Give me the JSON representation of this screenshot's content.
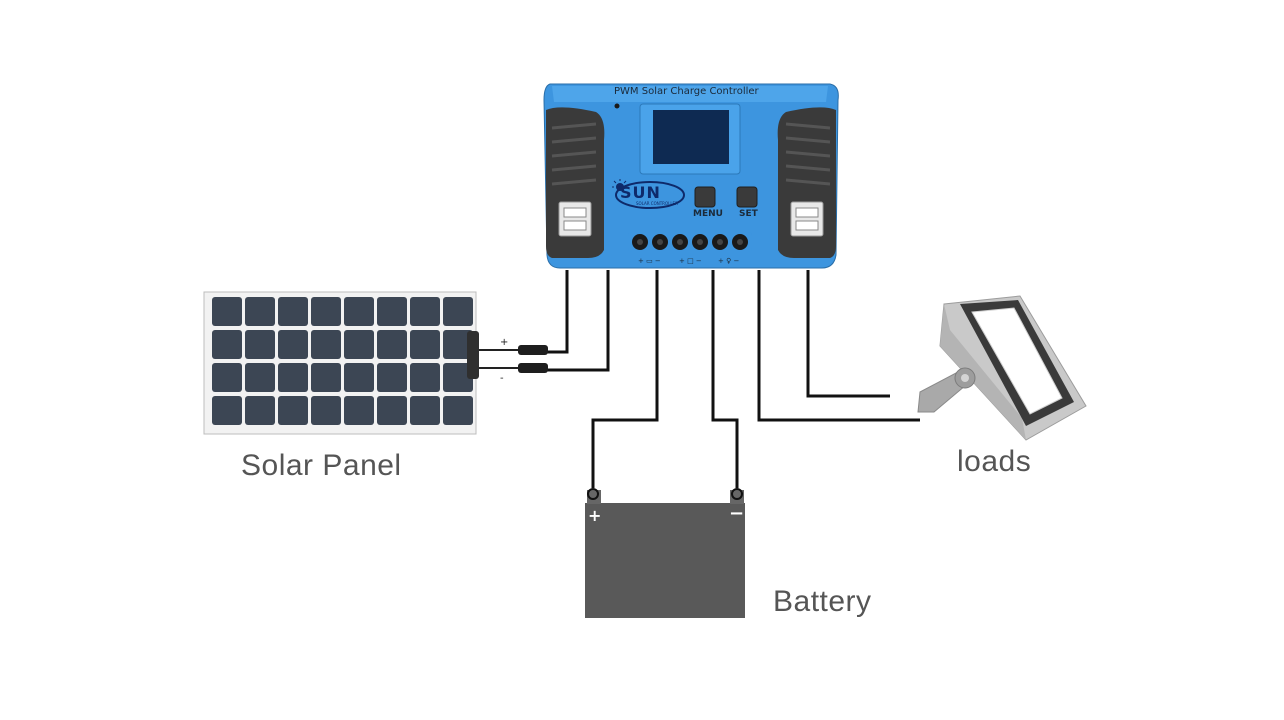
{
  "controller": {
    "title": "PWM  Solar Charge Controller",
    "brand": "SUN",
    "brand_sub": "SOLAR CONTROLLER",
    "menu_label": "MENU",
    "set_label": "SET"
  },
  "labels": {
    "solar_panel": "Solar Panel",
    "loads": "loads",
    "battery": "Battery"
  },
  "icons": [
    "solar-panel-icon",
    "battery-icon",
    "floodlight-icon",
    "usb-port-icon",
    "sun-icon"
  ],
  "colors": {
    "controller_body": "#3d95df",
    "controller_dark": "#3a3a3a",
    "battery_body": "#595959",
    "wire": "#111111",
    "label_text": "#555555"
  }
}
